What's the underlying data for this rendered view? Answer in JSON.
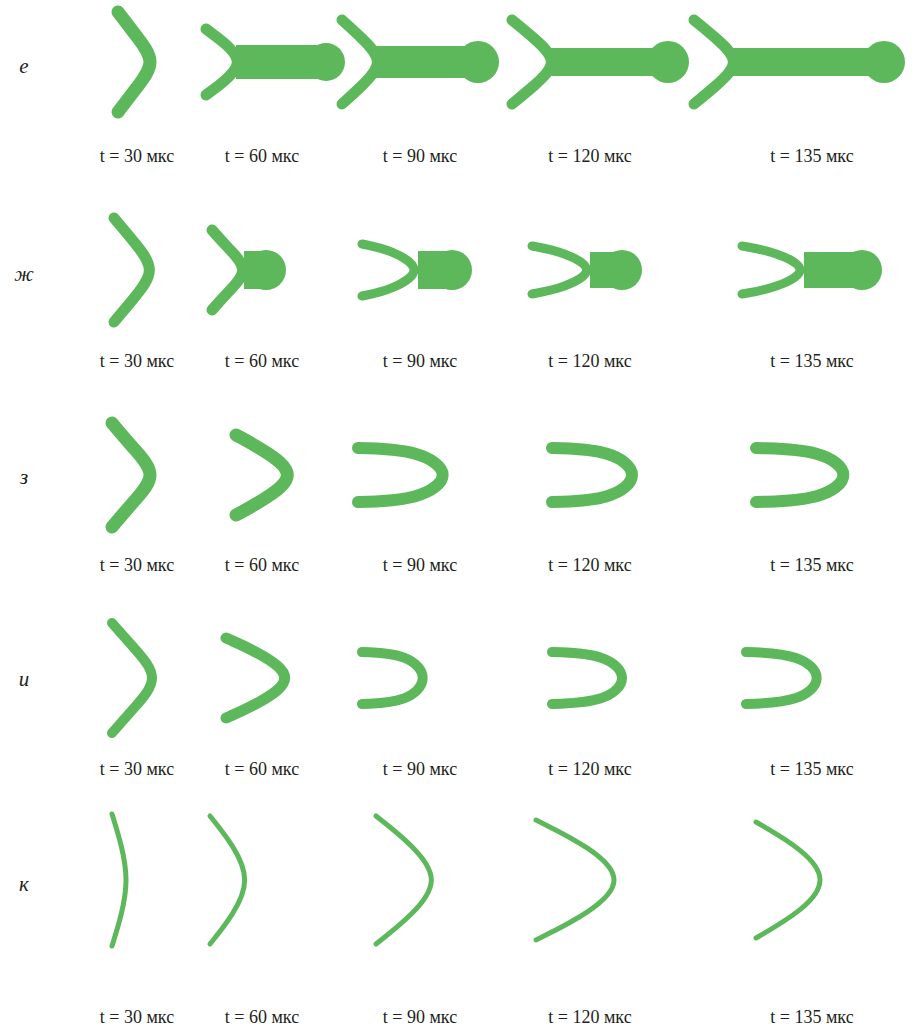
{
  "diagram": {
    "labels": [
      "е",
      "t = 30 мкс",
      "t = 60 мкс",
      "t = 90 мкс",
      "t = 120 мкс",
      "t = 135 мкс",
      "ж",
      "t = 30 мкс",
      "t = 60 мкс",
      "t = 90 мкс",
      "t = 120 мкс",
      "t = 135 мкс",
      "з",
      "t = 30 мкс",
      "t = 60 мкс",
      "t = 90 мкс",
      "t = 120 мкс",
      "t = 135 мкс",
      "и",
      "t = 30 мкс",
      "t = 60 мкс",
      "t = 90 мкс",
      "t = 120 мкс",
      "t = 135 мкс",
      "к",
      "t = 30 мкс",
      "t = 60 мкс",
      "t = 90 мкс",
      "t = 120 мкс",
      "t = 135 мкс"
    ]
  }
}
